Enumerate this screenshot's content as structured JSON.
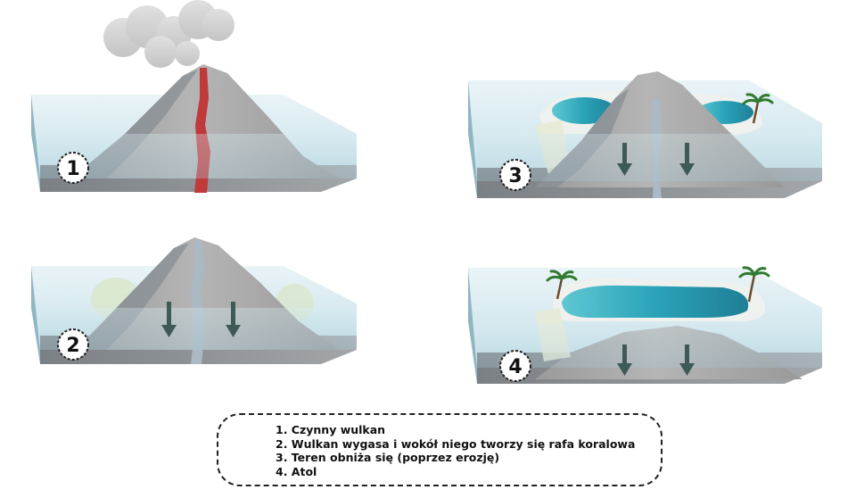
{
  "panels": [
    {
      "number": "1",
      "description": "Czynny wulkan"
    },
    {
      "number": "2",
      "description": "Wulkan wygasa i wokół niego tworzy się rafa koralowa"
    },
    {
      "number": "3",
      "description": "Teren obniża się (poprzez erozję)"
    },
    {
      "number": "4",
      "description": "Atol"
    }
  ],
  "legend": {
    "items": [
      "1. Czynny wulkan",
      "2. Wulkan wygasa i wokół niego tworzy się rafa koralowa",
      "3. Teren obniża się (poprzez erozję)",
      "4. Atol"
    ]
  },
  "colors": {
    "rock_light": "#a9a9a9",
    "rock_dark": "#6f7378",
    "water": "#cfe6ee",
    "water_deep": "#7fb6c6",
    "lava": "#c0393b",
    "lagoon": "#2fa9bd",
    "reef": "#eef1ee",
    "arrow": "#3d5a57",
    "smoke": "#cfcfcf"
  },
  "icons": [
    "smoke-cloud-icon",
    "down-arrow-icon",
    "palm-tree-icon"
  ]
}
